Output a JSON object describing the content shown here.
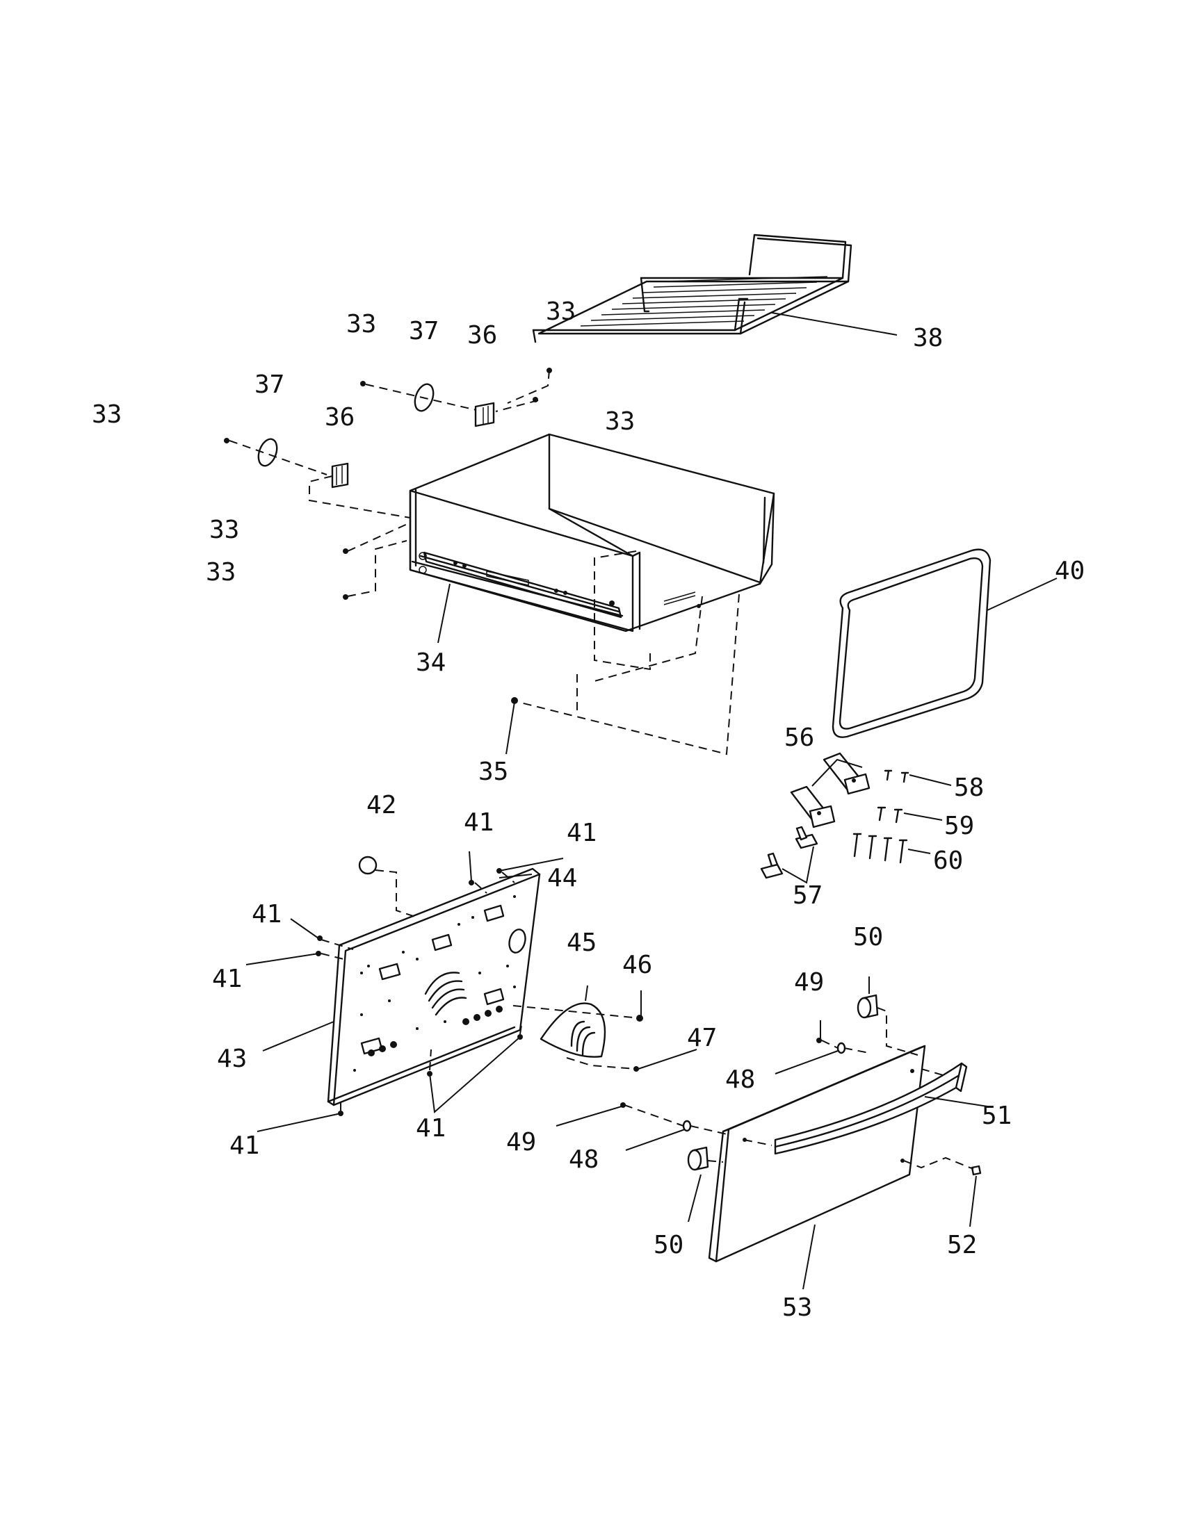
{
  "labels": {
    "l38": "38",
    "l33a": "33",
    "l37a": "37",
    "l36a": "36",
    "l33b": "33",
    "l33c": "33",
    "l33d": "33",
    "l37b": "37",
    "l36b": "36",
    "l33e": "33",
    "l33f": "33",
    "l34": "34",
    "l40": "40",
    "l35": "35",
    "l56": "56",
    "l58": "58",
    "l59": "59",
    "l60": "60",
    "l57": "57",
    "l42": "42",
    "l41a": "41",
    "l41b": "41",
    "l44": "44",
    "l41c": "41",
    "l41d": "41",
    "l45": "45",
    "l46": "46",
    "l43": "43",
    "l47": "47",
    "l41e": "41",
    "l41f": "41",
    "l50a": "50",
    "l49a": "49",
    "l48a": "48",
    "l51": "51",
    "l49b": "49",
    "l48b": "48",
    "l50b": "50",
    "l52": "52",
    "l53": "53"
  }
}
